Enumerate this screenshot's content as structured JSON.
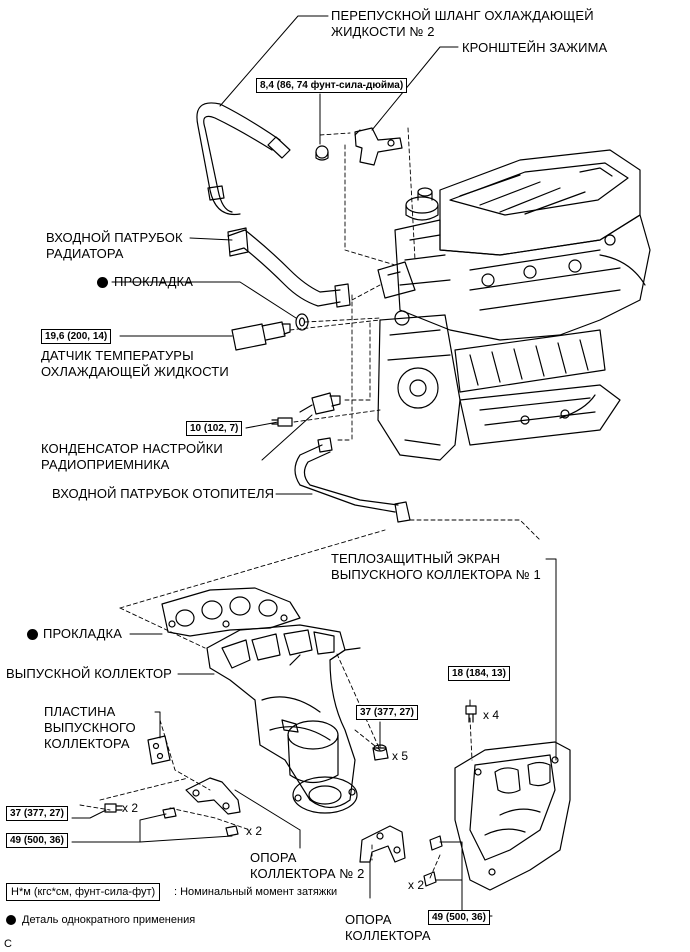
{
  "labels": {
    "bypass_hose": [
      "ПЕРЕПУСКНОЙ ШЛАНГ ОХЛАЖДАЮЩЕЙ",
      "ЖИДКОСТИ № 2"
    ],
    "clamp_bracket": [
      "КРОНШТЕЙН ЗАЖИМА"
    ],
    "radiator_inlet": [
      "ВХОДНОЙ ПАТРУБОК",
      "РАДИАТОРА"
    ],
    "gasket_upper": [
      "ПРОКЛАДКА"
    ],
    "coolant_temp_sensor": [
      "ДАТЧИК ТЕМПЕРАТУРЫ",
      "ОХЛАЖДАЮЩЕЙ ЖИДКОСТИ"
    ],
    "radio_capacitor": [
      "КОНДЕНСАТОР НАСТРОЙКИ",
      "РАДИОПРИЕМНИКА"
    ],
    "heater_inlet": [
      "ВХОДНОЙ ПАТРУБОК ОТОПИТЕЛЯ"
    ],
    "heat_insulator": [
      "ТЕПЛОЗАЩИТНЫЙ ЭКРАН",
      "ВЫПУСКНОГО КОЛЛЕКТОРА № 1"
    ],
    "gasket_lower": [
      "ПРОКЛАДКА"
    ],
    "exhaust_manifold": [
      "ВЫПУСКНОЙ КОЛЛЕКТОР"
    ],
    "manifold_plate": [
      "ПЛАСТИНА",
      "ВЫПУСКНОГО",
      "КОЛЛЕКТОРА"
    ],
    "manifold_stay_2": [
      "ОПОРА",
      "КОЛЛЕКТОРА № 2"
    ],
    "manifold_stay": [
      "ОПОРА",
      "КОЛЛЕКТОРА"
    ]
  },
  "torques": {
    "t_clamp": "8,4 (86, 74 фунт-сила-дюйма)",
    "t_sensor": "19,6 (200, 14)",
    "t_capacitor": "10 (102, 7)",
    "t_insulator": "18 (184, 13)",
    "t_manifold_nut": "37 (377, 27)",
    "t_plate_bolt": "37 (377, 27)",
    "t_stay2_bolt": "49 (500, 36)",
    "t_stay_bolt": "49 (500, 36)"
  },
  "quantities": {
    "q_insulator": "x 4",
    "q_manifold_nut": "x 5",
    "q_plate_bolt": "x 2",
    "q_stay2_bolt": "x 2",
    "q_stay_bolt": "x 2"
  },
  "legend": {
    "torque_unit": "Н*м (кгс*см, фунт-сила-фут)",
    "torque_desc": ": Номинальный момент затяжки",
    "non_reusable": "Деталь однократного применения"
  },
  "corner_mark": "C",
  "colors": {
    "ink": "#000000",
    "paper": "#ffffff"
  }
}
